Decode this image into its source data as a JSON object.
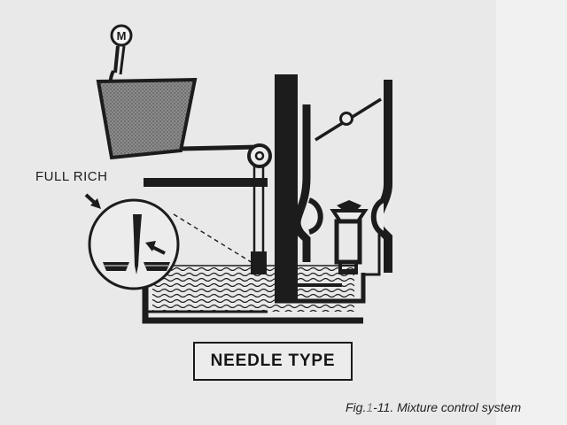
{
  "labels": {
    "full_rich": "FULL RICH",
    "needle_type": "NEEDLE TYPE",
    "caption_prefix": "Fig.",
    "caption_dim": "1",
    "caption_rest": "-11. Mixture control system"
  },
  "icons": {
    "mixture_knob": "M",
    "mixture_knob_icon": "knob-icon",
    "full_rich_arrow_icon": "arrow-down-right-icon",
    "needle_arrow_icon": "arrow-left-icon"
  },
  "colors": {
    "ink": "#1c1c1c",
    "paper": "#e9e9ea",
    "shading": "#7a7a7a"
  }
}
